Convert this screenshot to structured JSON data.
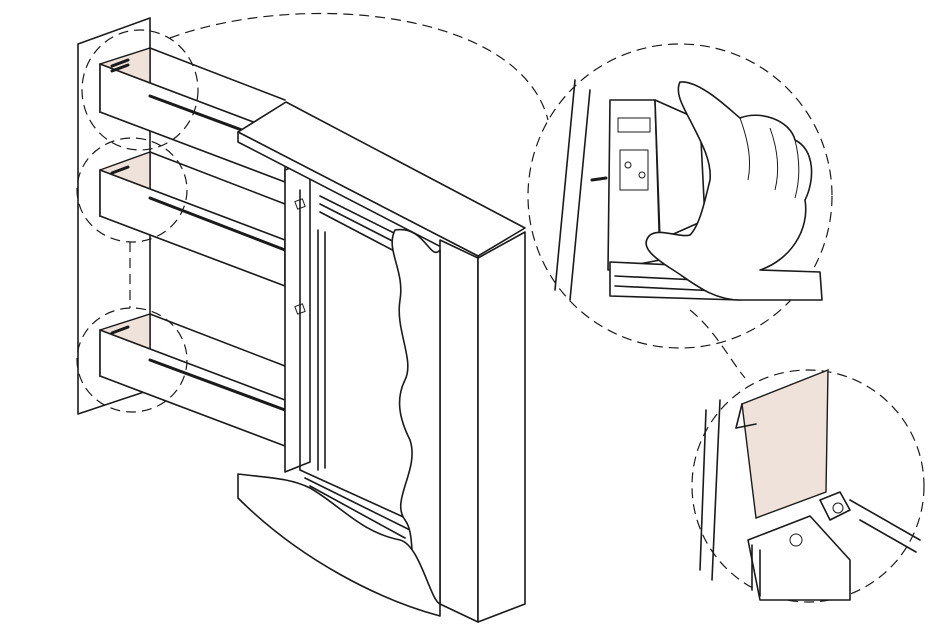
{
  "figure": {
    "type": "technical-assembly-illustration",
    "description_label": "",
    "colors": {
      "line": "#1a1a1a",
      "background": "#ffffff",
      "highlight": "#efe2da"
    },
    "components": [
      "wall-panel",
      "cable-trays",
      "cabinet-frame",
      "door-panel",
      "detail-callout-clip",
      "detail-callout-cover"
    ],
    "icon_names": [
      "hand-icon"
    ]
  }
}
